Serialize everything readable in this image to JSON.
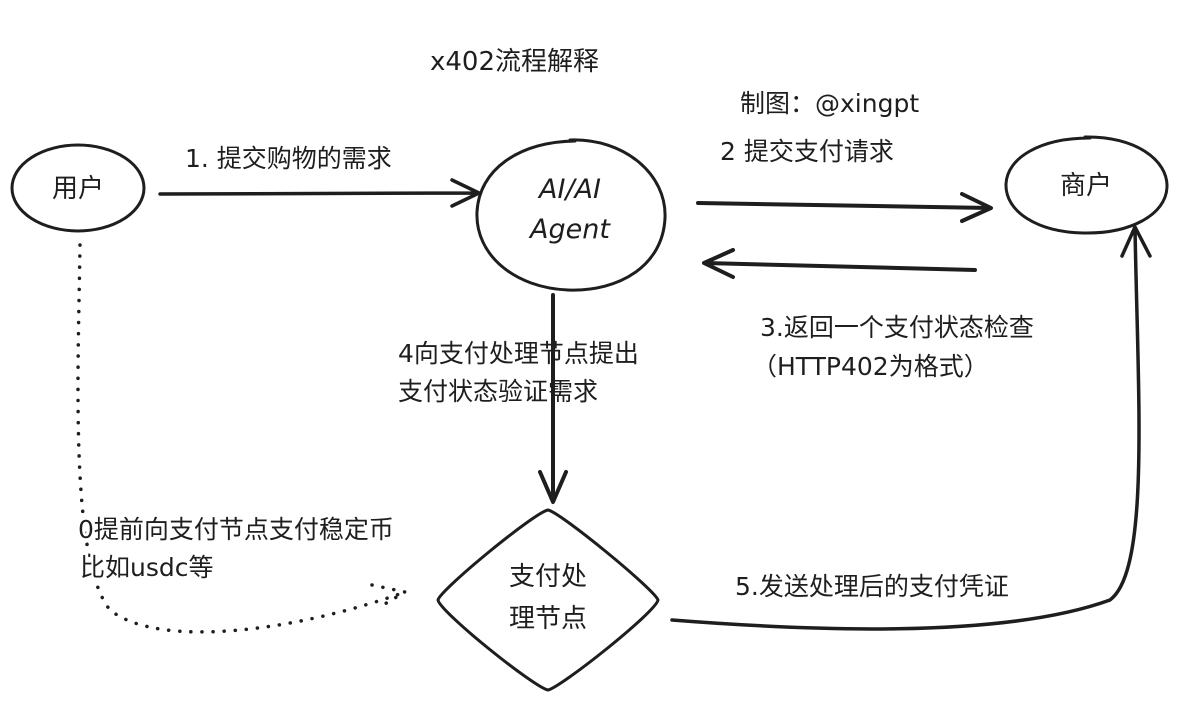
{
  "title": "x402流程解释",
  "credit": "制图：@xingpt",
  "nodes": {
    "user": "用户",
    "agent_line1": "AI/AI",
    "agent_line2": "Agent",
    "merchant": "商户",
    "processor_line1": "支付处",
    "processor_line2": "理节点"
  },
  "steps": {
    "step0_line1": "0提前向支付节点支付稳定币",
    "step0_line2": "比如usdc等",
    "step1": "1. 提交购物的需求",
    "step2": "2 提交支付请求",
    "step3_line1": "3.返回一个支付状态检查",
    "step3_line2": "（HTTP402为格式）",
    "step4_line1": "4向支付处理节点提出",
    "step4_line2": "支付状态验证需求",
    "step5": "5.发送处理后的支付凭证"
  }
}
